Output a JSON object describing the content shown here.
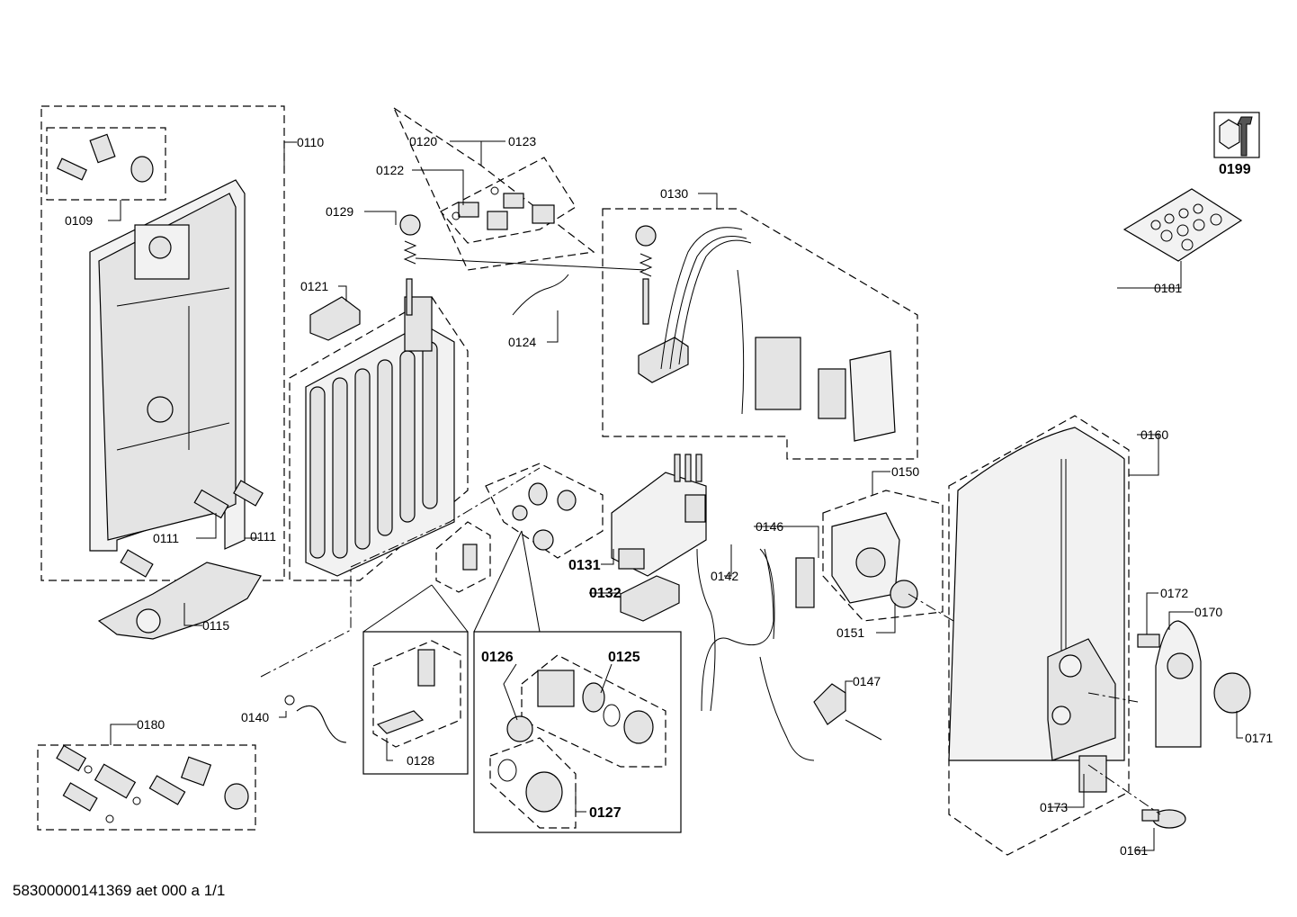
{
  "labels": {
    "p0109": "0109",
    "p0110": "0110",
    "p0111a": "0111",
    "p0111b": "0111",
    "p0115": "0115",
    "p0120": "0120",
    "p0121": "0121",
    "p0122": "0122",
    "p0123": "0123",
    "p0124": "0124",
    "p0125": "0125",
    "p0126": "0126",
    "p0127": "0127",
    "p0128": "0128",
    "p0129": "0129",
    "p0130": "0130",
    "p0131": "0131",
    "p0132": "0132",
    "p0140": "0140",
    "p0142": "0142",
    "p0146": "0146",
    "p0147": "0147",
    "p0150": "0150",
    "p0151": "0151",
    "p0160": "0160",
    "p0161": "0161",
    "p0170": "0170",
    "p0171": "0171",
    "p0172": "0172",
    "p0173": "0173",
    "p0180": "0180",
    "p0181": "0181",
    "p0199": "0199"
  },
  "footer": "58300000141369 aet 000 a 1/1",
  "icons": {
    "tool_symbol": "wrench-nut-icon"
  }
}
